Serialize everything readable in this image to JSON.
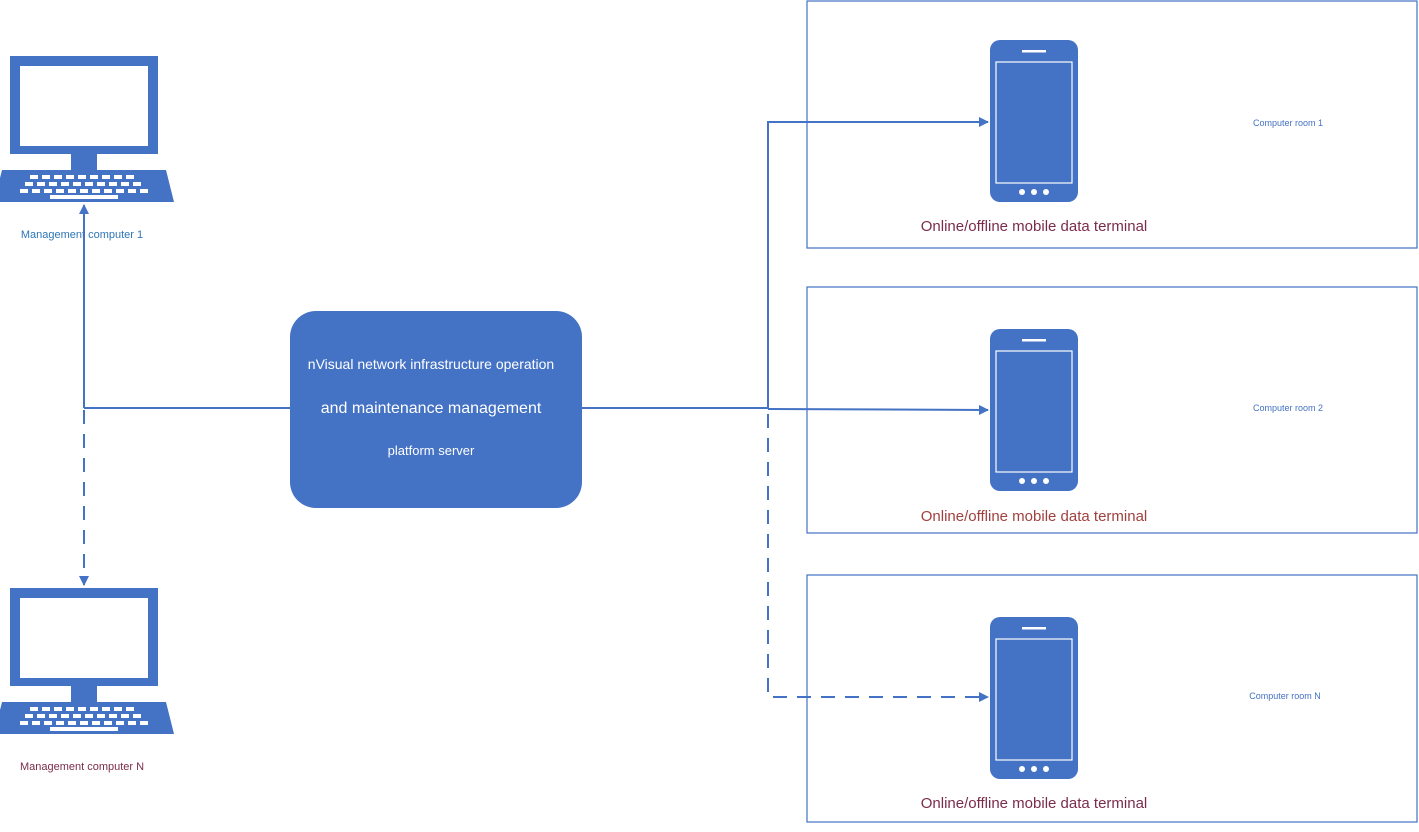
{
  "colors": {
    "primary_blue": "#4472C4",
    "line_blue": "#4472C4",
    "label_blue": "#2E75B6",
    "label_maroon": "#7B2C4B",
    "room_label": "#4472C4",
    "white": "#FFFFFF"
  },
  "management": {
    "computer_1": {
      "label": "Management computer 1",
      "icon": "laptop-icon"
    },
    "computer_n": {
      "label": "Management computer N",
      "icon": "laptop-icon"
    }
  },
  "server": {
    "line1": "nVisual network infrastructure operation",
    "line2": "and maintenance management",
    "line3": "platform server"
  },
  "rooms": [
    {
      "room_label": "Computer room 1",
      "terminal_label": "Online/offline mobile data terminal",
      "icon": "mobile-phone-icon",
      "connection": "solid"
    },
    {
      "room_label": "Computer room 2",
      "terminal_label": "Online/offline mobile data terminal",
      "icon": "mobile-phone-icon",
      "connection": "solid"
    },
    {
      "room_label": "Computer room N",
      "terminal_label": "Online/offline mobile data terminal",
      "icon": "mobile-phone-icon",
      "connection": "dashed"
    }
  ]
}
